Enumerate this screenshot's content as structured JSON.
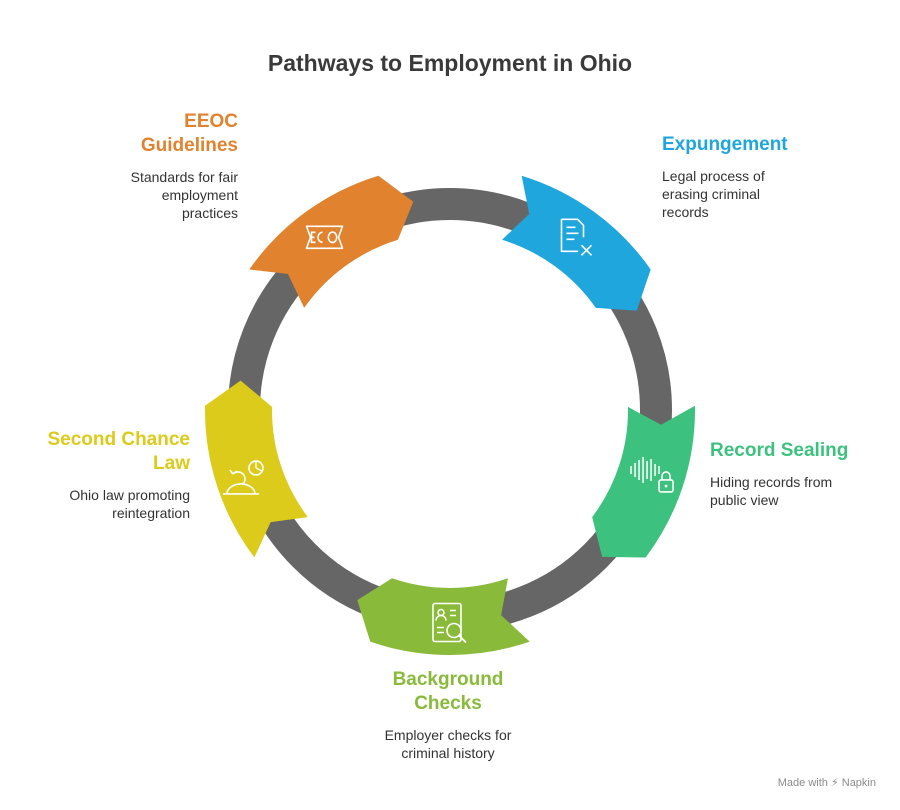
{
  "title": "Pathways to Employment in Ohio",
  "stages": [
    {
      "key": "eeoc",
      "title_lines": [
        "EEOC",
        "Guidelines"
      ],
      "desc_lines": [
        "Standards for fair",
        "employment",
        "practices"
      ],
      "color": "#E0822E",
      "icon": "eco-badge-icon"
    },
    {
      "key": "expungement",
      "title_lines": [
        "Expungement"
      ],
      "desc_lines": [
        "Legal process of",
        "erasing criminal",
        "records"
      ],
      "color": "#1FA6DC",
      "icon": "document-remove-icon"
    },
    {
      "key": "sealing",
      "title_lines": [
        "Record Sealing"
      ],
      "desc_lines": [
        "Hiding records from",
        "public view"
      ],
      "color": "#3CC27E",
      "icon": "sound-lock-icon"
    },
    {
      "key": "background",
      "title_lines": [
        "Background",
        "Checks"
      ],
      "desc_lines": [
        "Employer checks for",
        "criminal history"
      ],
      "color": "#89BA3A",
      "icon": "profile-search-icon"
    },
    {
      "key": "second_chance",
      "title_lines": [
        "Second Chance",
        "Law"
      ],
      "desc_lines": [
        "Ohio law promoting",
        "reintegration"
      ],
      "color": "#DCCB1A",
      "icon": "renewal-icon"
    }
  ],
  "ring_color": "#666666",
  "footer": {
    "made_with": "Made with",
    "brand": "Napkin"
  }
}
